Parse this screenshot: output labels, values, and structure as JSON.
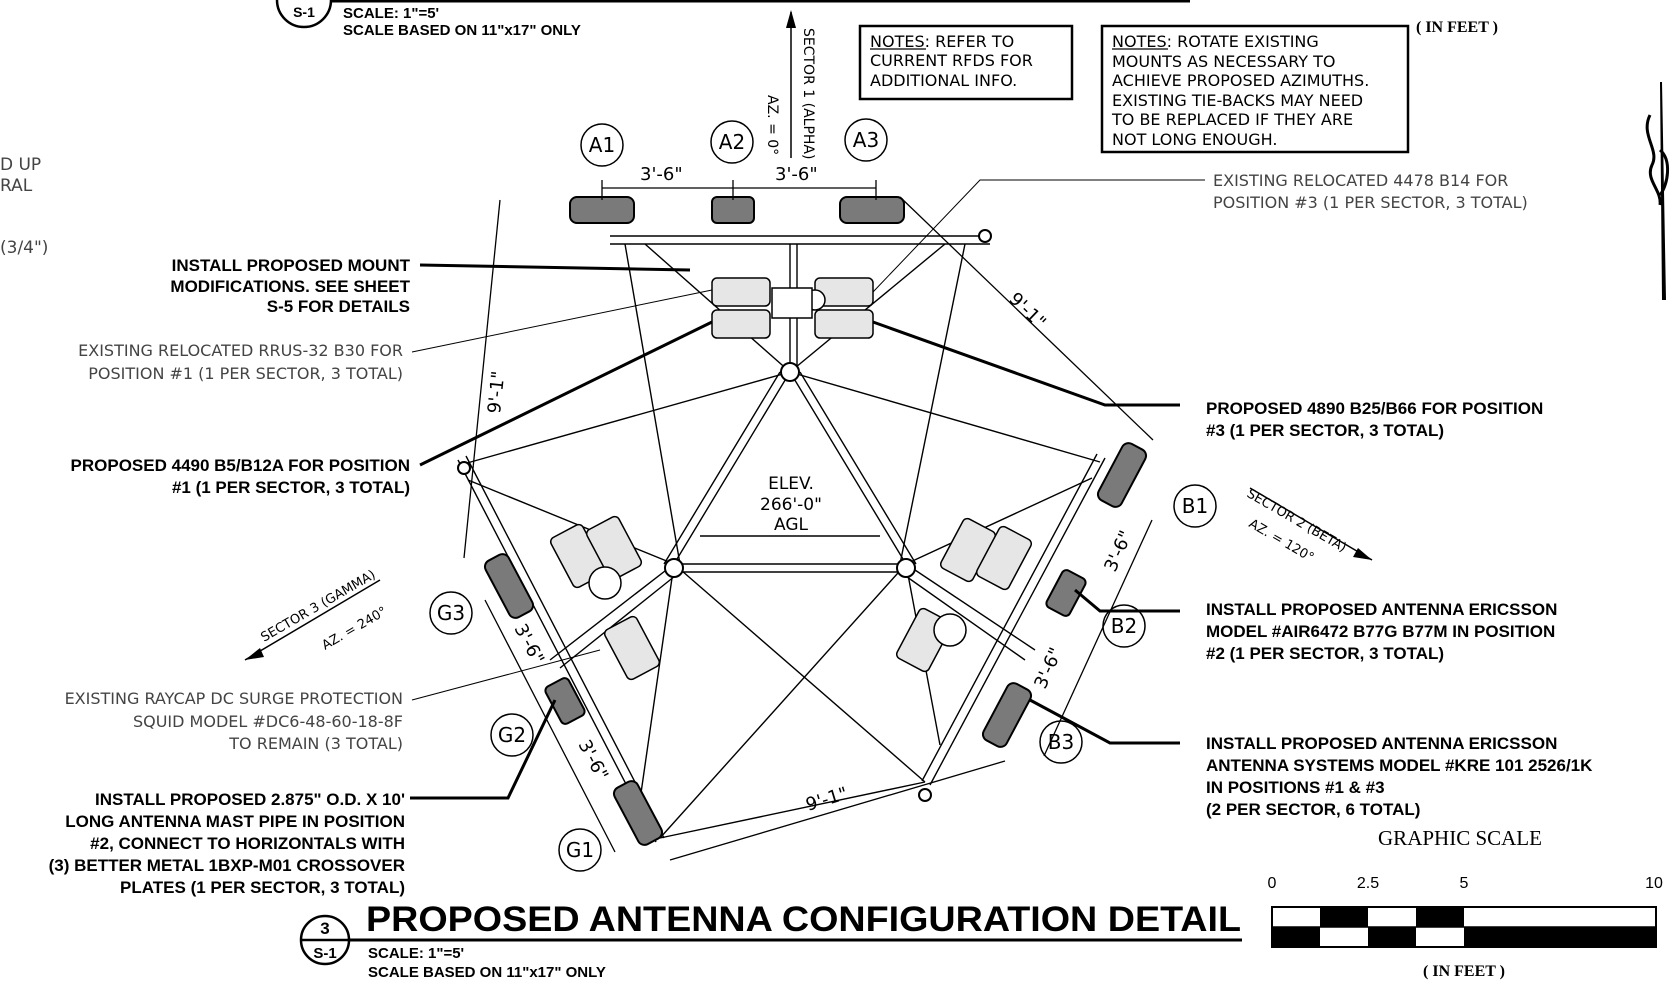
{
  "header": {
    "ref_number": "S-1",
    "scale": "SCALE: 1\"=5'",
    "scale_basis": "SCALE BASED ON 11\"x17\" ONLY"
  },
  "top_scale_unit": "( IN FEET )",
  "left_fragments": [
    "D UP",
    "RAL",
    "(3/4\")"
  ],
  "notes": {
    "note1": [
      "NOTES: REFER TO",
      "CURRENT RFDS FOR",
      "ADDITIONAL INFO."
    ],
    "note2": [
      "NOTES: ROTATE EXISTING",
      "MOUNTS AS NECESSARY TO",
      "ACHIEVE PROPOSED AZIMUTHS.",
      "EXISTING TIE-BACKS MAY NEED",
      "TO BE REPLACED IF THEY ARE",
      "NOT LONG ENOUGH."
    ]
  },
  "sectors": {
    "alpha": {
      "name": "SECTOR 1 (ALPHA)",
      "azimuth": "AZ. = 0°"
    },
    "beta": {
      "name": "SECTOR 2 (BETA)",
      "azimuth": "AZ. = 120°"
    },
    "gamma": {
      "name": "SECTOR 3 (GAMMA)",
      "azimuth": "AZ. = 240°"
    }
  },
  "positions": [
    "A1",
    "A2",
    "A3",
    "B1",
    "B2",
    "B3",
    "G1",
    "G2",
    "G3"
  ],
  "dimensions": {
    "spacing": "3'-6\"",
    "span": "9'-1\""
  },
  "elevation": [
    "ELEV.",
    "266'-0\"",
    "AGL"
  ],
  "callouts": {
    "mount_mods": [
      "INSTALL PROPOSED MOUNT",
      "MODIFICATIONS. SEE SHEET",
      "S-5 FOR DETAILS"
    ],
    "rrus32": [
      "EXISTING RELOCATED RRUS-32 B30 FOR",
      "POSITION #1 (1 PER SECTOR, 3 TOTAL)"
    ],
    "r4490": [
      "PROPOSED 4490 B5/B12A FOR POSITION",
      "#1 (1 PER SECTOR, 3 TOTAL)"
    ],
    "raycap": [
      "EXISTING RAYCAP DC SURGE PROTECTION",
      "SQUID MODEL #DC6-48-60-18-8F",
      "TO REMAIN (3 TOTAL)"
    ],
    "mast_pipe": [
      "INSTALL PROPOSED 2.875\" O.D. X 10'",
      "LONG ANTENNA MAST PIPE IN POSITION",
      "#2, CONNECT TO HORIZONTALS WITH",
      "(3) BETTER METAL 1BXP-M01 CROSSOVER",
      "PLATES (1 PER SECTOR, 3 TOTAL)"
    ],
    "r4478": [
      "EXISTING RELOCATED 4478 B14 FOR",
      "POSITION #3 (1 PER SECTOR, 3 TOTAL)"
    ],
    "r4890": [
      "PROPOSED 4890 B25/B66 FOR POSITION",
      "#3 (1 PER SECTOR, 3 TOTAL)"
    ],
    "air6472": [
      "INSTALL PROPOSED ANTENNA ERICSSON",
      "MODEL #AIR6472 B77G B77M IN POSITION",
      "#2 (1 PER SECTOR, 3 TOTAL)"
    ],
    "kre101": [
      "INSTALL PROPOSED ANTENNA ERICSSON",
      "ANTENNA SYSTEMS MODEL #KRE 101 2526/1K",
      "IN POSITIONS #1 & #3",
      "(2 PER SECTOR, 6 TOTAL)"
    ]
  },
  "graphic_scale": {
    "title": "GRAPHIC SCALE",
    "ticks": [
      "0",
      "2.5",
      "5",
      "10"
    ],
    "unit": "( IN FEET )"
  },
  "title_block": {
    "detail_number": "3",
    "sheet": "S-1",
    "title": "PROPOSED ANTENNA CONFIGURATION DETAIL",
    "scale": "SCALE: 1\"=5'",
    "scale_basis": "SCALE BASED ON 11\"x17\" ONLY"
  }
}
